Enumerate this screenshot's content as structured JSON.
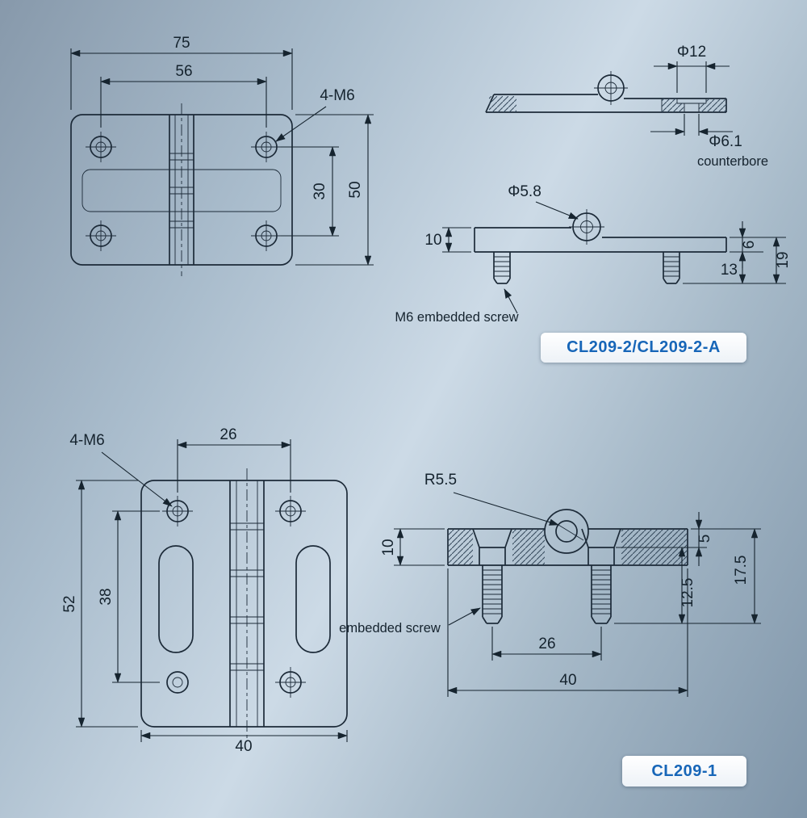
{
  "colors": {
    "line": "#1c2a38",
    "badge_text": "#1766b8"
  },
  "cl209_2": {
    "front": {
      "dim_75": "75",
      "dim_56": "56",
      "label_4m6": "4-M6",
      "dim_30": "30",
      "dim_50": "50"
    },
    "top_view": {
      "dim_phi12": "Φ12",
      "dim_phi61": "Φ6.1",
      "label_counterbore": "counterbore"
    },
    "side_view": {
      "dim_phi58": "Φ5.8",
      "dim_10": "10",
      "dim_6": "6",
      "dim_13": "13",
      "dim_19": "19",
      "label_screw": "M6 embedded screw"
    },
    "badge": "CL209-2/CL209-2-A"
  },
  "cl209_1": {
    "front": {
      "label_4m6": "4-M6",
      "dim_26": "26",
      "dim_52": "52",
      "dim_38": "38",
      "dim_40": "40"
    },
    "section": {
      "dim_r55": "R5.5",
      "dim_10": "10",
      "dim_5": "5",
      "dim_12_5": "12.5",
      "dim_17_5": "17.5",
      "dim_26": "26",
      "dim_40": "40",
      "label_screw": "embedded screw"
    },
    "badge": "CL209-1"
  }
}
